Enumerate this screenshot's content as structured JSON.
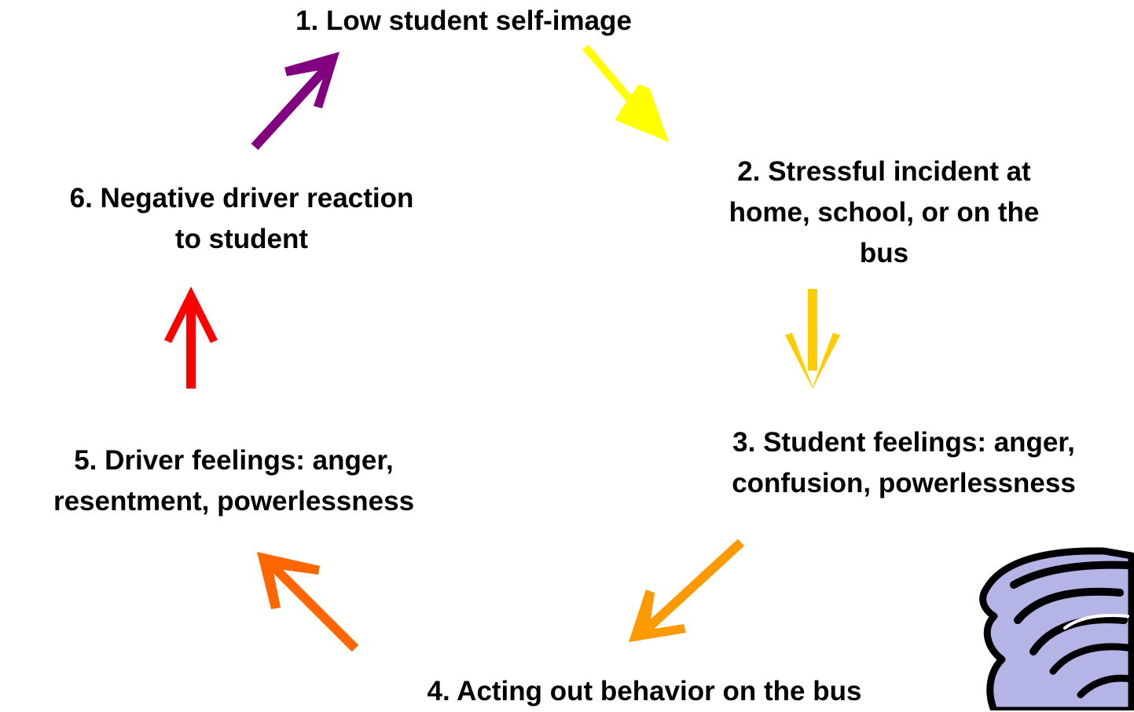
{
  "steps": {
    "s1": "1.  Low student self-image",
    "s2": "2.  Stressful incident at\nhome, school, or on the\nbus",
    "s3": "3.  Student feelings:  anger,\nconfusion, powerlessness",
    "s4": "4.  Acting out behavior on the bus",
    "s5": "5.  Driver feelings:  anger,\nresentment, powerlessness",
    "s6": "6.  Negative driver reaction\nto student"
  },
  "colors": {
    "arrow_1_to_2": "#ffff00",
    "arrow_2_to_3": "#ffcc00",
    "arrow_3_to_4": "#ff9900",
    "arrow_4_to_5": "#ff6600",
    "arrow_5_to_6": "#ff0000",
    "arrow_6_to_1": "#800080",
    "clipart_fill": "#b4b4e6"
  }
}
